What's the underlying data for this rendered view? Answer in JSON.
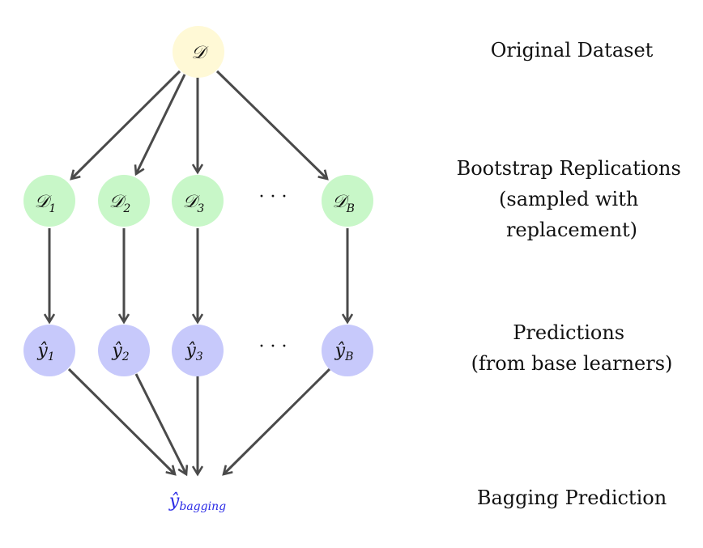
{
  "colors": {
    "root": "#fff9d6",
    "bootstrap": "#c8f7c8",
    "prediction": "#c7c9fb",
    "edge": "#4a4a4a",
    "final": "#2a2ae6",
    "text": "#111111"
  },
  "nodes": {
    "root": {
      "base": "𝒟",
      "sub": ""
    },
    "bootstrap": [
      {
        "base": "𝒟",
        "sub": "1"
      },
      {
        "base": "𝒟",
        "sub": "2"
      },
      {
        "base": "𝒟",
        "sub": "3"
      },
      {
        "base": "𝒟",
        "sub": "B"
      }
    ],
    "predictions": [
      {
        "base": "ŷ",
        "sub": "1"
      },
      {
        "base": "ŷ",
        "sub": "2"
      },
      {
        "base": "ŷ",
        "sub": "3"
      },
      {
        "base": "ŷ",
        "sub": "B"
      }
    ],
    "final": {
      "base": "ŷ",
      "sub": "bagging"
    }
  },
  "ellipsis": "· · ·",
  "stage_labels": {
    "original": [
      "Original Dataset"
    ],
    "bootstrap": [
      "Bootstrap Replications",
      "(sampled with",
      "replacement)"
    ],
    "predictions": [
      "Predictions",
      "(from base learners)"
    ],
    "bagging": [
      "Bagging Prediction"
    ]
  }
}
